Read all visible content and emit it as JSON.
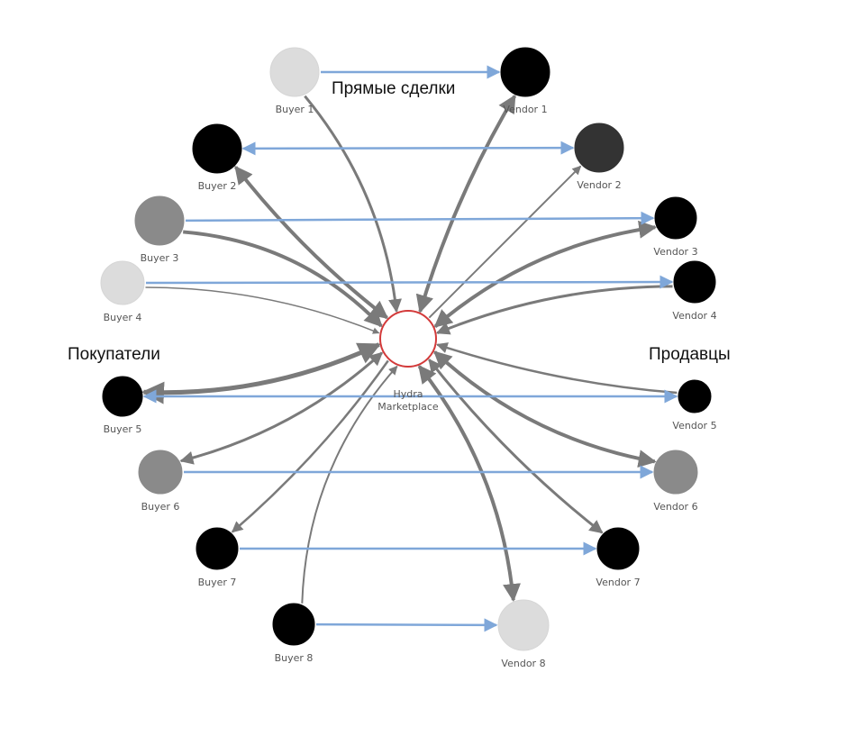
{
  "annotations": {
    "direct_deals": "Прямые сделки",
    "buyers": "Покупатели",
    "sellers": "Продавцы"
  },
  "hub": {
    "line1": "Hydra",
    "line2": "Marketplace",
    "stroke": "#d33a3a"
  },
  "colors": {
    "direct_edge": "#7fa7d9",
    "hub_edge": "#7a7a7a"
  },
  "buyers": [
    {
      "id": "b1",
      "label": "Buyer 1",
      "fill": "#dcdcdc"
    },
    {
      "id": "b2",
      "label": "Buyer 2",
      "fill": "#000000"
    },
    {
      "id": "b3",
      "label": "Buyer 3",
      "fill": "#8a8a8a"
    },
    {
      "id": "b4",
      "label": "Buyer 4",
      "fill": "#dcdcdc"
    },
    {
      "id": "b5",
      "label": "Buyer 5",
      "fill": "#000000"
    },
    {
      "id": "b6",
      "label": "Buyer 6",
      "fill": "#8a8a8a"
    },
    {
      "id": "b7",
      "label": "Buyer 7",
      "fill": "#000000"
    },
    {
      "id": "b8",
      "label": "Buyer 8",
      "fill": "#000000"
    }
  ],
  "vendors": [
    {
      "id": "v1",
      "label": "Vendor 1",
      "fill": "#000000"
    },
    {
      "id": "v2",
      "label": "Vendor 2",
      "fill": "#333333"
    },
    {
      "id": "v3",
      "label": "Vendor 3",
      "fill": "#000000"
    },
    {
      "id": "v4",
      "label": "Vendor 4",
      "fill": "#000000"
    },
    {
      "id": "v5",
      "label": "Vendor 5",
      "fill": "#000000"
    },
    {
      "id": "v6",
      "label": "Vendor 6",
      "fill": "#8a8a8a"
    },
    {
      "id": "v7",
      "label": "Vendor 7",
      "fill": "#000000"
    },
    {
      "id": "v8",
      "label": "Vendor 8",
      "fill": "#dcdcdc"
    }
  ],
  "direct_edges": [
    {
      "from": "b1",
      "to": "v1",
      "bidirectional": false
    },
    {
      "from": "b2",
      "to": "v2",
      "bidirectional": true
    },
    {
      "from": "b3",
      "to": "v3",
      "bidirectional": false
    },
    {
      "from": "b4",
      "to": "v4",
      "bidirectional": false
    },
    {
      "from": "v5",
      "to": "b5",
      "bidirectional": true
    },
    {
      "from": "b6",
      "to": "v6",
      "bidirectional": false
    },
    {
      "from": "b7",
      "to": "v7",
      "bidirectional": false
    },
    {
      "from": "b8",
      "to": "v8",
      "bidirectional": false
    }
  ],
  "hub_edges": [
    {
      "node": "b1",
      "direction": "to_hub"
    },
    {
      "node": "b2",
      "direction": "both"
    },
    {
      "node": "b3",
      "direction": "to_hub"
    },
    {
      "node": "b4",
      "direction": "to_hub"
    },
    {
      "node": "b5",
      "direction": "both"
    },
    {
      "node": "b6",
      "direction": "both"
    },
    {
      "node": "b7",
      "direction": "from_hub"
    },
    {
      "node": "b8",
      "direction": "to_hub"
    },
    {
      "node": "v1",
      "direction": "both"
    },
    {
      "node": "v2",
      "direction": "from_hub"
    },
    {
      "node": "v3",
      "direction": "both"
    },
    {
      "node": "v4",
      "direction": "to_hub"
    },
    {
      "node": "v5",
      "direction": "to_hub"
    },
    {
      "node": "v6",
      "direction": "both"
    },
    {
      "node": "v7",
      "direction": "both"
    },
    {
      "node": "v8",
      "direction": "both"
    }
  ]
}
